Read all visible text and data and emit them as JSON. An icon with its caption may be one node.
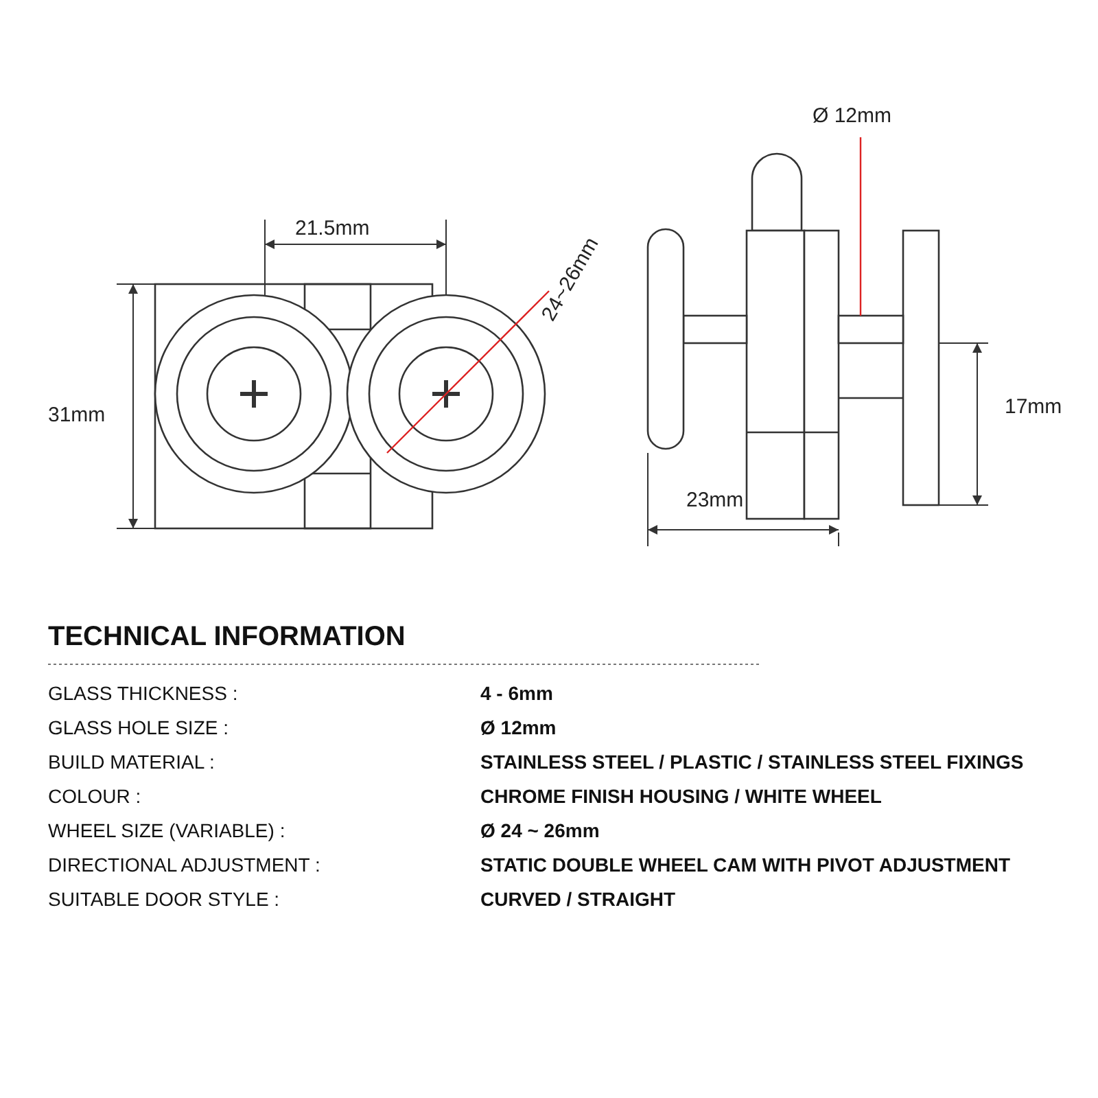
{
  "diagram": {
    "title": "TECHNICAL INFORMATION",
    "labels": [
      "Ø 12mm",
      "21.5mm",
      "24~26mm",
      "31mm",
      "17mm",
      "23mm",
      "GLASS THICKNESS :",
      "4 - 6mm",
      "GLASS HOLE SIZE :",
      "Ø 12mm",
      "BUILD MATERIAL :",
      "STAINLESS STEEL / PLASTIC / STAINLESS STEEL FIXINGS",
      "COLOUR :",
      "CHROME FINISH HOUSING / WHITE WHEEL",
      "WHEEL SIZE (VARIABLE) :",
      "Ø 24 ~ 26mm",
      "DIRECTIONAL ADJUSTMENT :",
      "STATIC DOUBLE WHEEL CAM WITH PIVOT ADJUSTMENT",
      "SUITABLE DOOR STYLE :",
      "CURVED / STRAIGHT"
    ]
  }
}
